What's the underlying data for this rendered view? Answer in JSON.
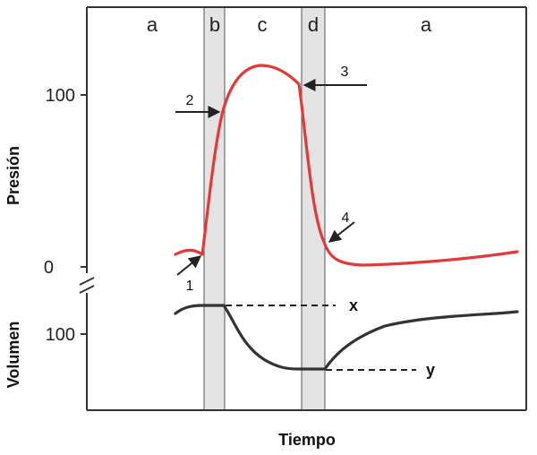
{
  "phases": {
    "a_left": "a",
    "b": "b",
    "c": "c",
    "d": "d",
    "a_right": "a"
  },
  "pressure_axis": {
    "label": "Presión",
    "tick_100": "100",
    "tick_0": "0"
  },
  "volume_axis": {
    "label": "Volumen",
    "tick_100": "100"
  },
  "x_axis": {
    "label": "Tiempo"
  },
  "markers": {
    "m1": "1",
    "m2": "2",
    "m3": "3",
    "m4": "4"
  },
  "levels": {
    "x": "x",
    "y": "y"
  },
  "colors": {
    "pressure": "#e03b3b",
    "volume": "#333333",
    "band": "#e3e3e3"
  }
}
